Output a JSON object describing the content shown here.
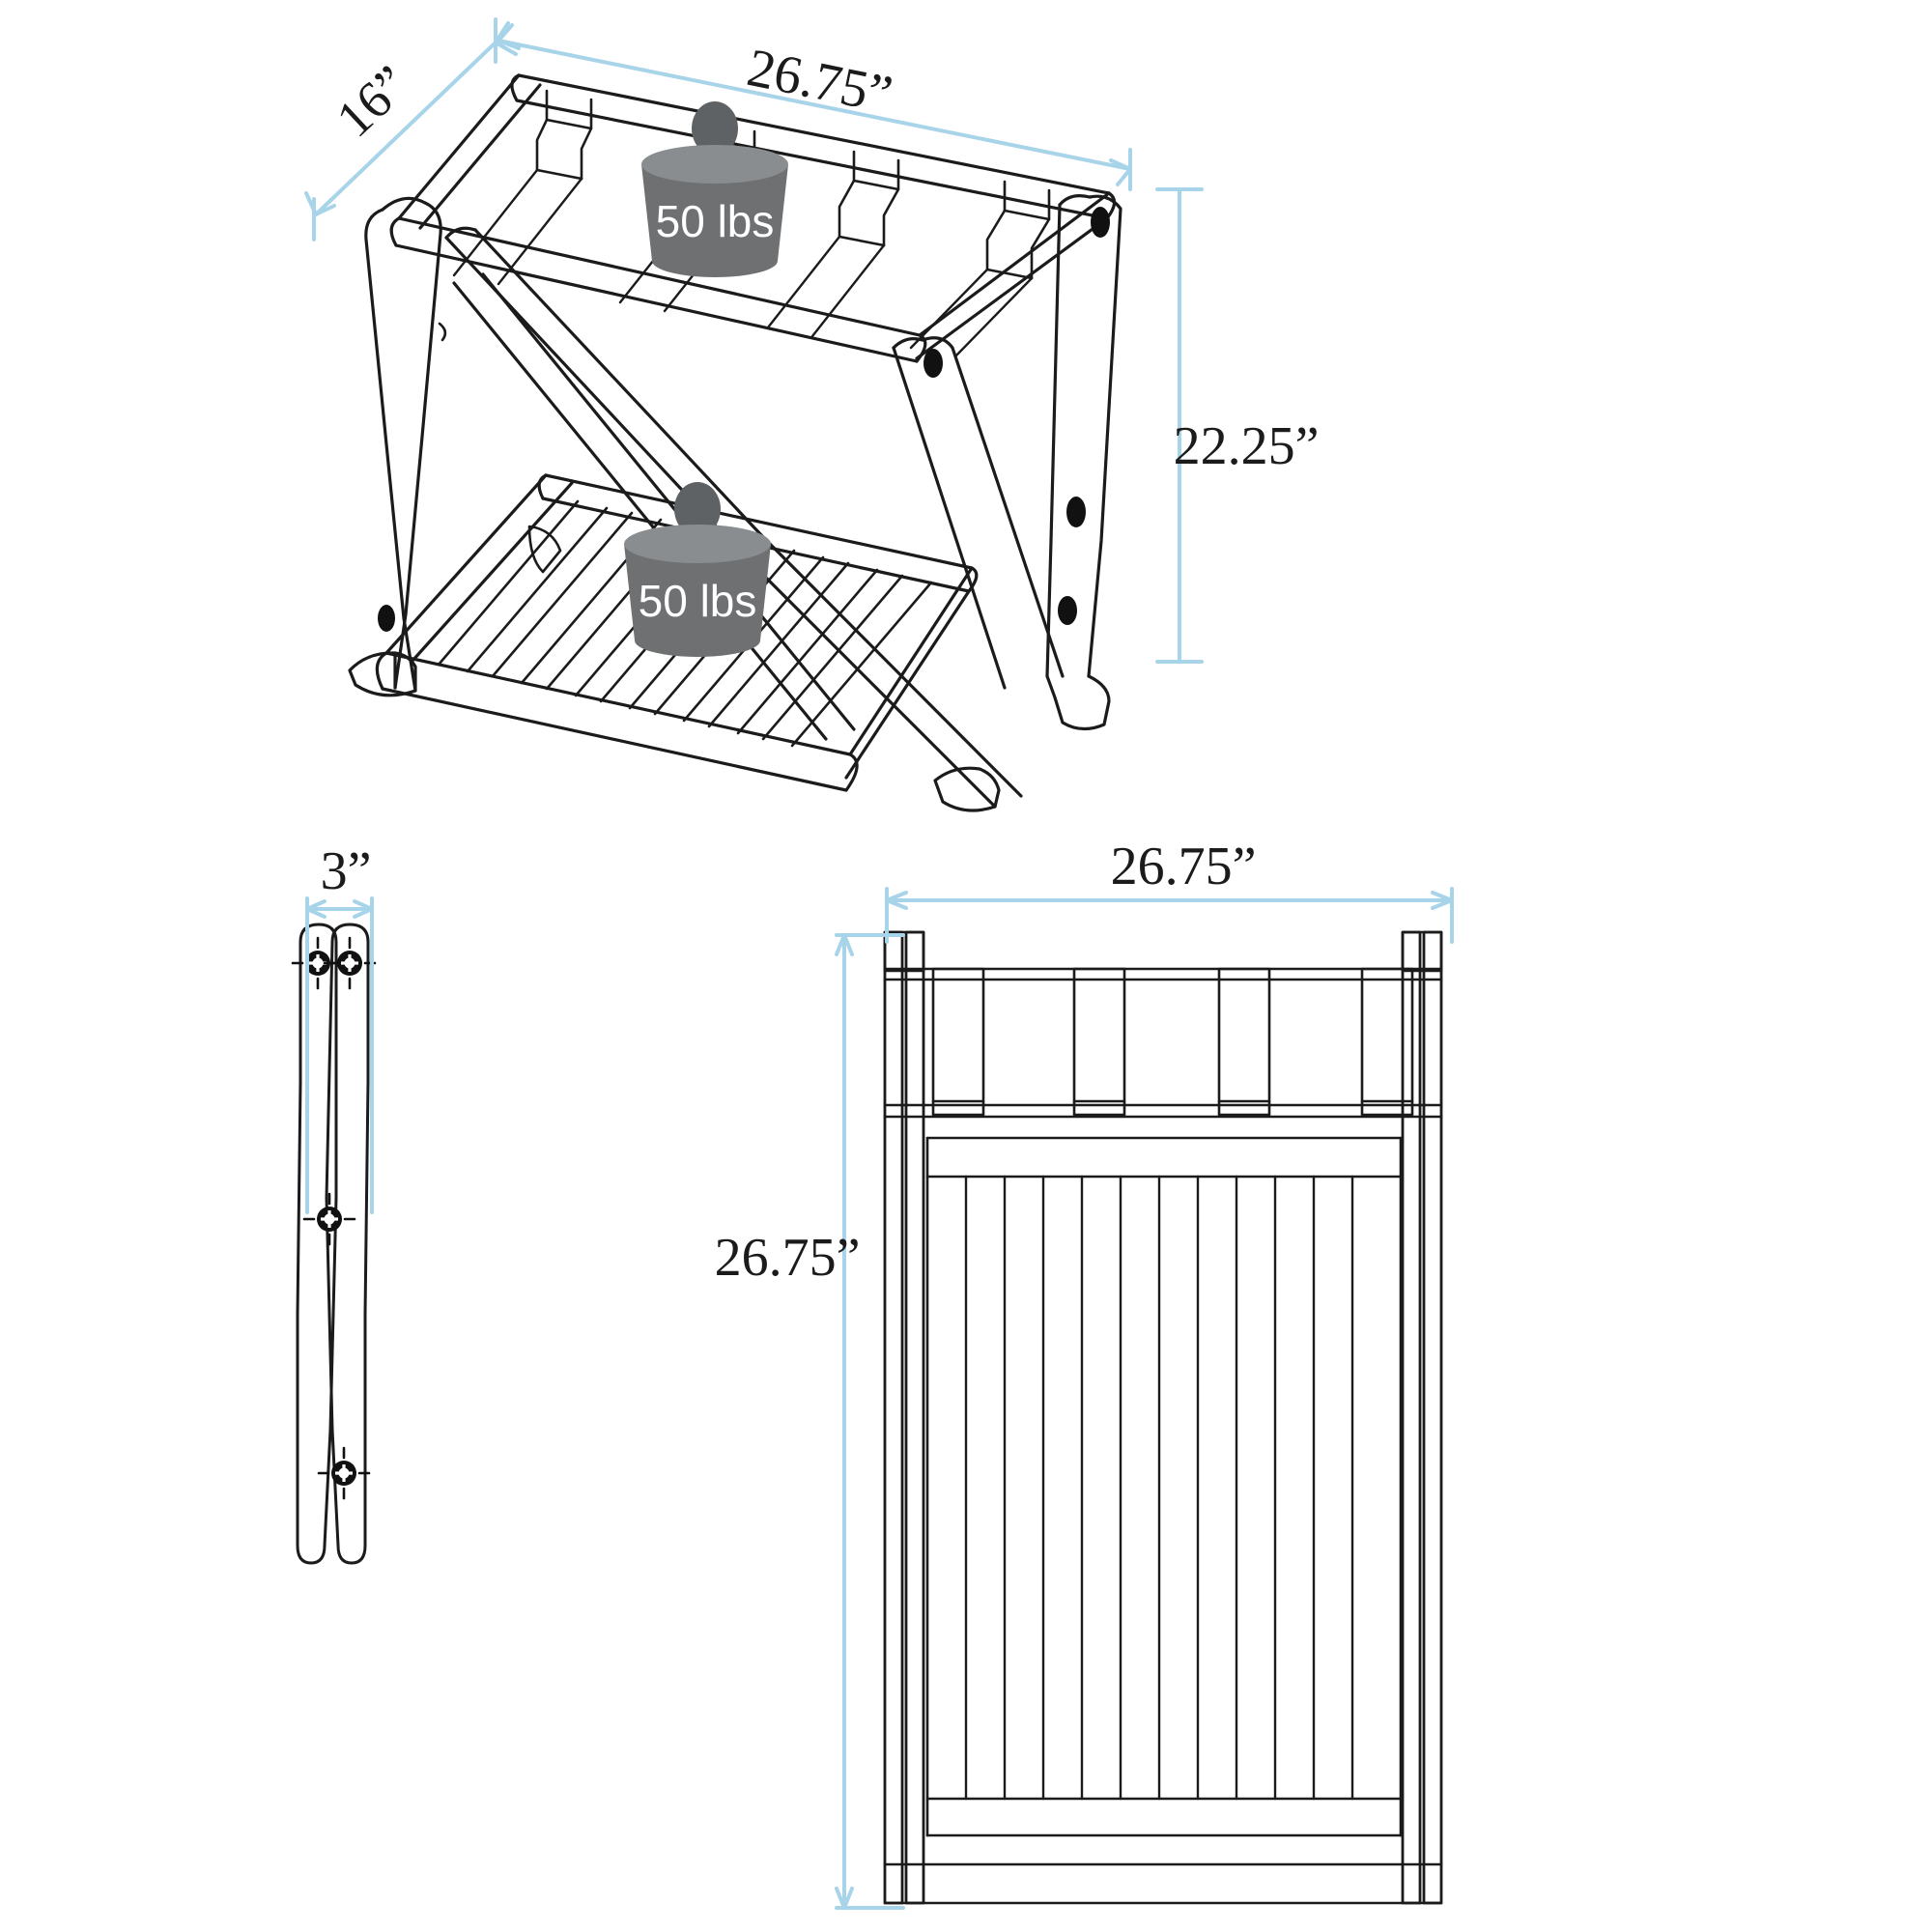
{
  "document": {
    "type": "product-dimension-diagram",
    "subject": "folding luggage rack with shelf",
    "background_color": "#ffffff",
    "line_color": "#1b1b1b",
    "dimension_line_color": "#a8d4ea",
    "weight_body_color": "#6e7072",
    "weight_top_color": "#8a8d8f",
    "weight_knob_color": "#5f6264",
    "weight_text_color": "#ffffff"
  },
  "views": {
    "isometric": {
      "name": "isometric-perspective-view",
      "dimensions": {
        "depth": {
          "label": "16”",
          "value": 16,
          "unit": "in",
          "orientation": "diagonal-left"
        },
        "width": {
          "label": "26.75”",
          "value": 26.75,
          "unit": "in",
          "orientation": "diagonal-top"
        },
        "height": {
          "label": "22.25”",
          "value": 22.25,
          "unit": "in",
          "orientation": "vertical-right"
        }
      },
      "weights": [
        {
          "label": "50 lbs",
          "value": 50,
          "unit": "lbs",
          "placement": "top-strap-shelf"
        },
        {
          "label": "50 lbs",
          "value": 50,
          "unit": "lbs",
          "placement": "lower-slat-shelf"
        }
      ]
    },
    "folded_side": {
      "name": "folded-side-view",
      "dimensions": {
        "thickness": {
          "label": "3”",
          "value": 3,
          "unit": "in",
          "orientation": "horizontal-top"
        }
      }
    },
    "front_elevation": {
      "name": "front-elevation-view",
      "dimensions": {
        "width": {
          "label": "26.75”",
          "value": 26.75,
          "unit": "in",
          "orientation": "horizontal-top"
        },
        "height": {
          "label": "26.75”",
          "value": 26.75,
          "unit": "in",
          "orientation": "vertical-left"
        }
      }
    }
  }
}
